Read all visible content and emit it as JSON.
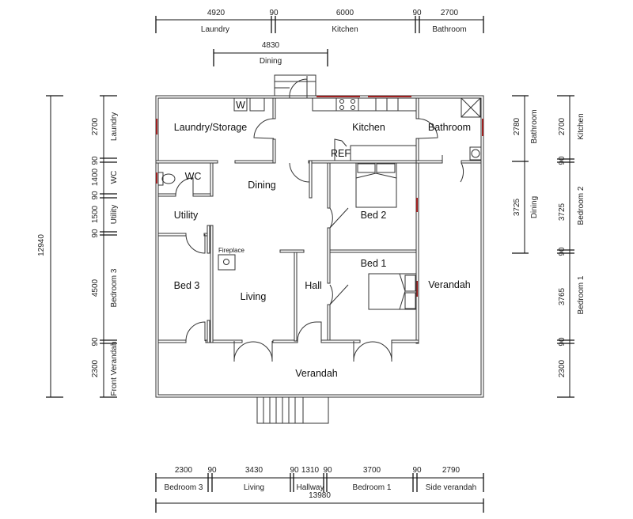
{
  "top_dims": {
    "values": [
      "4920",
      "90",
      "6000",
      "90",
      "2700"
    ],
    "labels": [
      "Laundry",
      "Kitchen",
      "Bathroom"
    ],
    "dining_value": "4830",
    "dining_label": "Dining"
  },
  "bottom_dims": {
    "values": [
      "2300",
      "90",
      "3430",
      "90",
      "1310",
      "90",
      "3700",
      "90",
      "2790"
    ],
    "labels": [
      "Bedroom 3",
      "Living",
      "Hallway",
      "Bedroom 1",
      "Side verandah"
    ],
    "total": "13980"
  },
  "left_dims": {
    "total": "12940",
    "values": [
      "2700",
      "90",
      "1400",
      "90",
      "1500",
      "90",
      "4500",
      "90",
      "2300"
    ],
    "labels": [
      "Laundry",
      "WC",
      "Utility",
      "Bedroom 3",
      "Front Verandah"
    ]
  },
  "right_dims_inner": {
    "values": [
      "2780",
      "3725"
    ],
    "labels": [
      "Bathroom",
      "Dining"
    ]
  },
  "right_dims_outer": {
    "values": [
      "2700",
      "90",
      "3725",
      "90",
      "3765",
      "90",
      "2300"
    ],
    "labels": [
      "Kitchen",
      "Bedroom 2",
      "Bedroom 1"
    ]
  },
  "rooms": {
    "laundry": "Laundry/Storage",
    "kitchen": "Kitchen",
    "bathroom": "Bathroom",
    "wc": "WC",
    "dining": "Dining",
    "utility": "Utility",
    "bed2": "Bed 2",
    "bed1": "Bed 1",
    "bed3": "Bed 3",
    "living": "Living",
    "hall": "Hall",
    "verandah_side": "Verandah",
    "verandah_front": "Verandah"
  },
  "fixtures": {
    "washer": "W",
    "fridge": "REF",
    "fireplace": "Fireplace"
  },
  "colors": {
    "window": "#a02020",
    "line": "#333333"
  }
}
